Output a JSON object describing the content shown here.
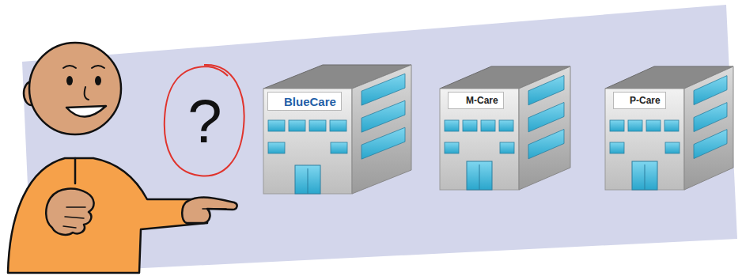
{
  "diagram": {
    "nodes": [
      {
        "text": [
          "?"
        ]
      },
      {
        "text": [
          "BlueCare"
        ]
      },
      {
        "text": [
          "M-Care"
        ]
      },
      {
        "text": [
          "P-Care"
        ]
      }
    ]
  }
}
